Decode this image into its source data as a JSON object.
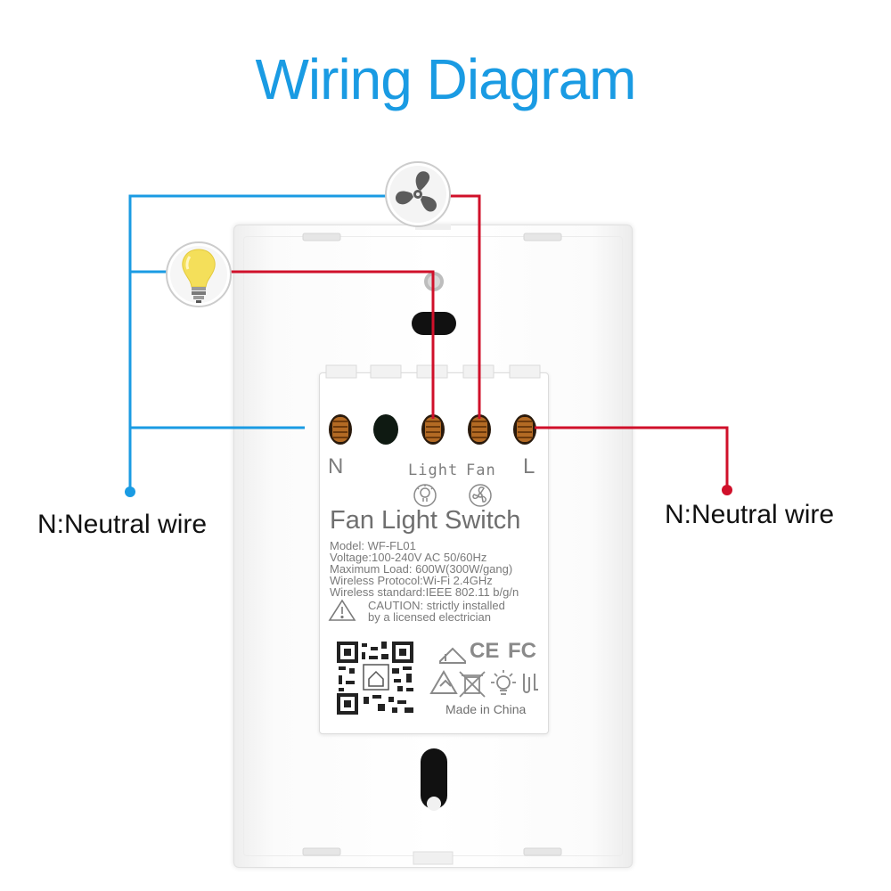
{
  "title": "Wiring Diagram",
  "left_label": "N:Neutral wire",
  "right_label": "N:Neutral wire",
  "terminals": {
    "n": "N",
    "light": "Light",
    "fan": "Fan",
    "l": "L"
  },
  "product": {
    "name": "Fan Light Switch",
    "specs": [
      "Model: WF-FL01",
      "Voltage:100-240V AC 50/60Hz",
      "Maximum Load: 600W(300W/gang)",
      "Wireless Protocol:Wi-Fi 2.4GHz",
      "Wireless standard:IEEE 802.11 b/g/n"
    ],
    "caution": [
      "CAUTION: strictly installed",
      "by a licensed electrician"
    ],
    "certs": {
      "ce": "CE",
      "fc": "FC"
    },
    "origin": "Made in China"
  },
  "colors": {
    "title": "#1a9be3",
    "neutral_wire": "#1a9be3",
    "live_wire": "#d0102a"
  },
  "icons": [
    "fan-icon",
    "light-bulb-icon",
    "qr-code",
    "house-icon",
    "warning-icon",
    "rcm-icon",
    "weee-bin-icon",
    "bulb-outline-icon",
    "fan-outline-icon"
  ]
}
